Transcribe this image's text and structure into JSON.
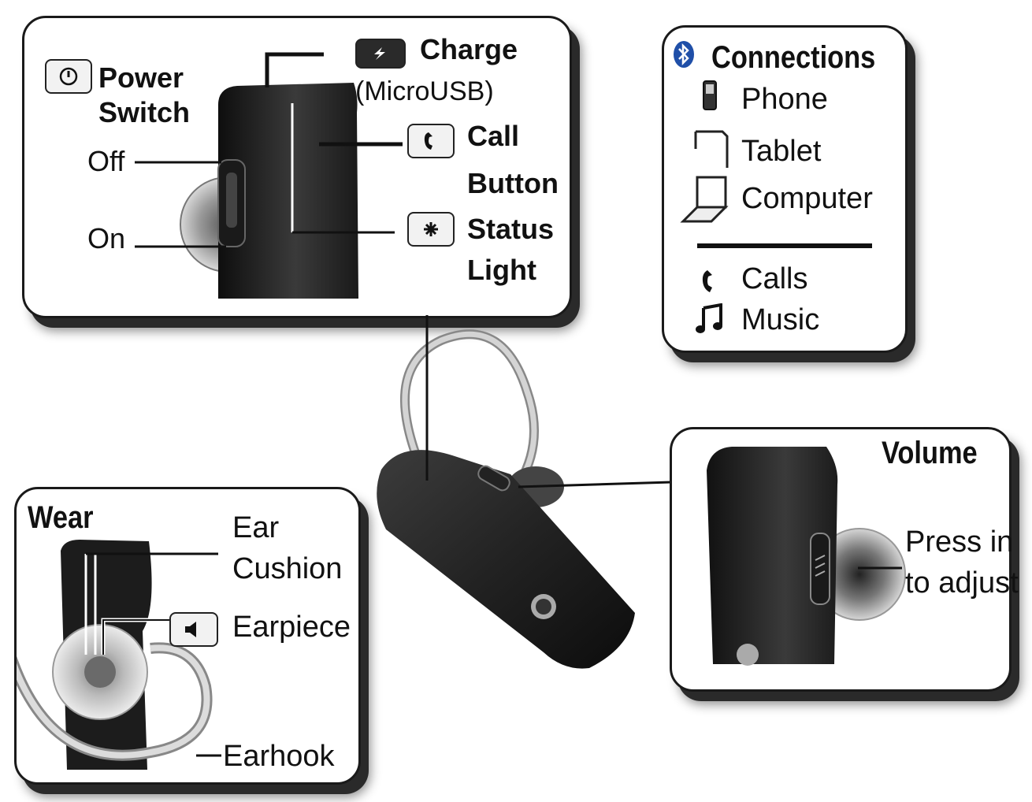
{
  "controls": {
    "charge_label": "Charge",
    "charge_sub": "(MicroUSB)",
    "power_label_1": "Power",
    "power_label_2": "Switch",
    "off_label": "Off",
    "on_label": "On",
    "call_label_1": "Call",
    "call_label_2": "Button",
    "status_label_1": "Status",
    "status_label_2": "Light",
    "icons": {
      "charge": "battery-charge-icon",
      "power": "power-icon",
      "call": "phone-handset-icon",
      "status": "status-light-icon"
    }
  },
  "connections": {
    "title": "Connections",
    "devices": [
      {
        "label": "Phone",
        "icon": "phone-icon"
      },
      {
        "label": "Tablet",
        "icon": "tablet-icon"
      },
      {
        "label": "Computer",
        "icon": "laptop-icon"
      }
    ],
    "uses": [
      {
        "label": "Calls",
        "icon": "handset-icon"
      },
      {
        "label": "Music",
        "icon": "music-note-icon"
      }
    ],
    "title_icon": "bluetooth-icon"
  },
  "wear": {
    "title": "Wear",
    "ear_cushion_1": "Ear",
    "ear_cushion_2": "Cushion",
    "earpiece": "Earpiece",
    "earhook": "Earhook",
    "earpiece_icon": "speaker-icon"
  },
  "volume": {
    "title": "Volume",
    "hint_1": "Press in",
    "hint_2": "to adjust"
  }
}
